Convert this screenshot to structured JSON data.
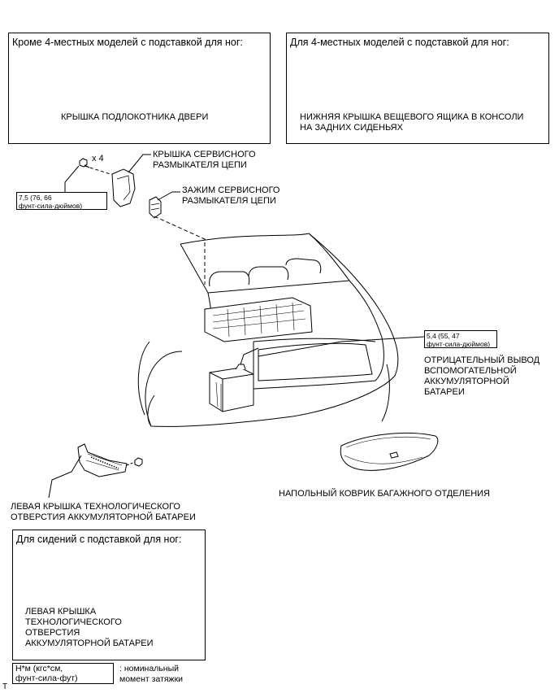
{
  "panels": {
    "top_left": {
      "title": "Кроме 4-местных моделей с подставкой для ног:",
      "label": "КРЫШКА ПОДЛОКОТНИКА ДВЕРИ"
    },
    "top_right": {
      "title": "Для 4-местных моделей с подставкой для ног:",
      "label_line1": "НИЖНЯЯ КРЫШКА ВЕЩЕВОГО ЯЩИКА В КОНСОЛИ",
      "label_line2": "НА ЗАДНИХ СИДЕНЬЯХ"
    },
    "bottom_left": {
      "title": "Для сидений с подставкой для ног:",
      "label_line1": "ЛЕВАЯ КРЫШКА",
      "label_line2": "ТЕХНОЛОГИЧЕСКОГО",
      "label_line3": "ОТВЕРСТИЯ",
      "label_line4": "АККУМУЛЯТОРНОЙ БАТАРЕИ"
    }
  },
  "labels": {
    "bolt_count": "x 4",
    "service_plug_cover_1": "КРЫШКА СЕРВИСНОГО",
    "service_plug_cover_2": "РАЗМЫКАТЕЛЯ ЦЕПИ",
    "service_plug_clamp_1": "ЗАЖИМ СЕРВИСНОГО",
    "service_plug_clamp_2": "РАЗМЫКАТЕЛЯ ЦЕПИ",
    "neg_terminal_1": "ОТРИЦАТЕЛЬНЫЙ ВЫВОД",
    "neg_terminal_2": "ВСПОМОГАТЕЛЬНОЙ",
    "neg_terminal_3": "АККУМУЛЯТОРНОЙ",
    "neg_terminal_4": "БАТАРЕИ",
    "floor_mat": "НАПОЛЬНЫЙ КОВРИК БАГАЖНОГО ОТДЕЛЕНИЯ",
    "left_cover_1": "ЛЕВАЯ КРЫШКА ТЕХНОЛОГИЧЕСКОГО",
    "left_cover_2": "ОТВЕРСТИЯ АККУМУЛЯТОРНОЙ БАТАРЕИ"
  },
  "torques": {
    "bolts_line1": "7,5 (76, 66",
    "bolts_line2": "фунт-сила-дюймов)",
    "terminal_line1": "5,4 (55, 47",
    "terminal_line2": "фунт-сила-дюймов)"
  },
  "legend": {
    "box_line1": "Н*м (кгс*см,",
    "box_line2": "фунт-сила-фут)",
    "desc_line1": ": номинальный",
    "desc_line2": "момент затяжки"
  },
  "corner_mark": "T"
}
